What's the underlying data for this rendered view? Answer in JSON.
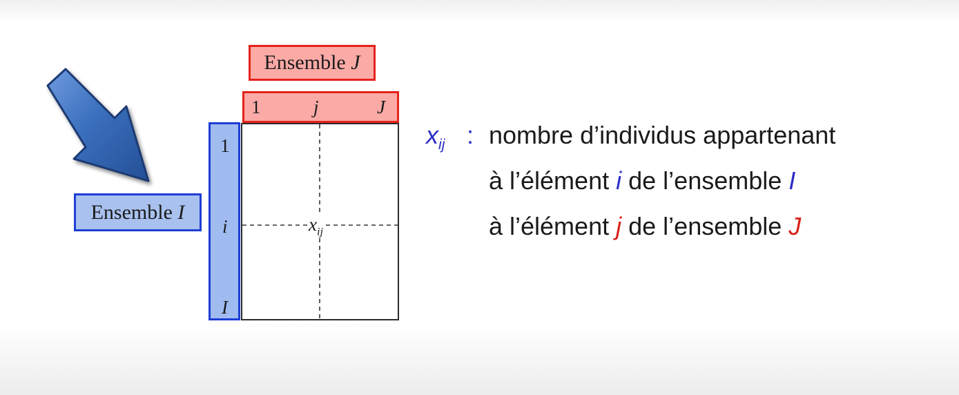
{
  "ensemble_j": {
    "title_prefix": "Ensemble",
    "title_var": "J",
    "idx_first": "1",
    "idx_mid": "j",
    "idx_last": "J"
  },
  "ensemble_i": {
    "title_prefix": "Ensemble",
    "title_var": "I",
    "idx_first": "1",
    "idx_mid": "i",
    "idx_last": "I"
  },
  "matrix": {
    "cell_base": "x",
    "cell_sub": "ij"
  },
  "definition": {
    "symbol_base": "x",
    "symbol_sub": "ij",
    "colon": ":",
    "line1": "nombre d’individus appartenant",
    "line2_pre": "à l’élément",
    "line2_var": "i",
    "line2_mid": "de l’ensemble",
    "line2_set": "I",
    "line3_pre": "à l’élément",
    "line3_var": "j",
    "line3_mid": "de l’ensemble",
    "line3_set": "J"
  },
  "colors": {
    "blue_fill": "#9fbbf0",
    "blue_border": "#1d3ed6",
    "red_fill": "#fbaaa6",
    "red_border": "#e4221b",
    "text_blue": "#2d2ec6",
    "text_red": "#d9221a",
    "arrow": "#2f63ad"
  },
  "icons": {
    "arrow": "arrow-down-right-icon"
  }
}
